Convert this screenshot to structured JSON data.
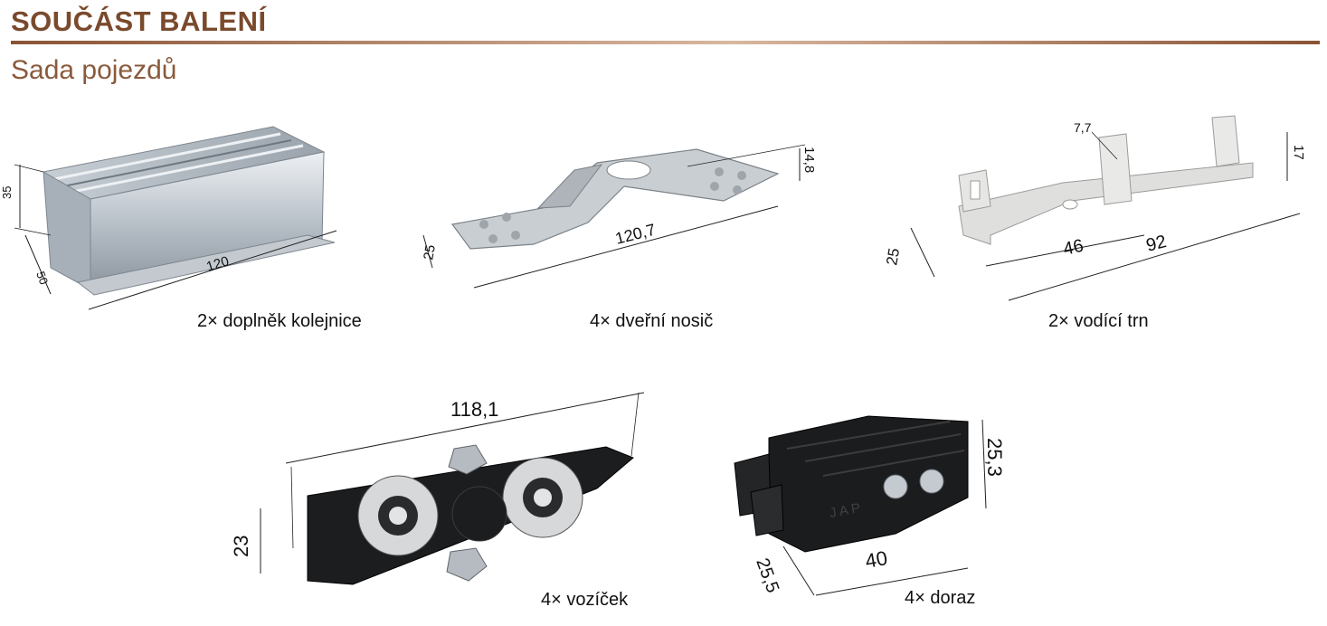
{
  "header": {
    "title": "SOUČÁST BALENÍ",
    "subtitle": "Sada pojezdů"
  },
  "items": [
    {
      "caption": "2× doplněk kolejnice",
      "dims": [
        "35",
        "50",
        "120"
      ]
    },
    {
      "caption": "4× dveřní nosič",
      "dims": [
        "14,8",
        "25",
        "120,7"
      ]
    },
    {
      "caption": "2× vodící trn",
      "dims": [
        "7,7",
        "17",
        "25",
        "46",
        "92"
      ]
    },
    {
      "caption": "4× vozíček",
      "dims": [
        "118,1",
        "23"
      ]
    },
    {
      "caption": "4× doraz",
      "dims": [
        "25,3",
        "25,5",
        "40"
      ]
    }
  ],
  "colors": {
    "accent": "#7a4a2c",
    "rule_light": "#d8b7a0"
  }
}
